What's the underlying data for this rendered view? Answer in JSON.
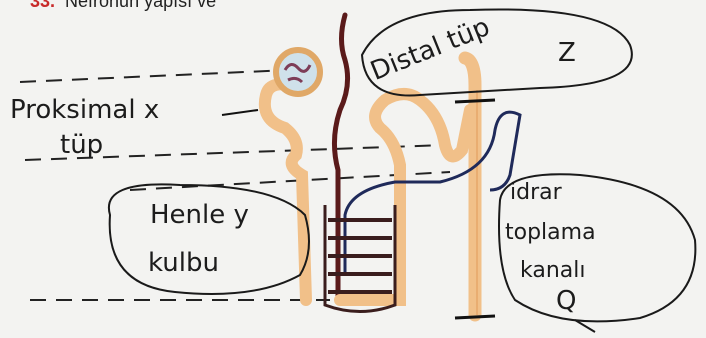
{
  "question": {
    "number": "33.",
    "text": "Nefronun yapısı ve"
  },
  "labels": {
    "proximal_line1": "Proksimal x",
    "proximal_line2": "tüp",
    "distal": "Distal tüp",
    "z": "Z",
    "henle_line1": "Henle y",
    "henle_line2": "kulbu",
    "collecting_line1": "idrar",
    "collecting_line2": "toplama",
    "collecting_line3": "kanalı",
    "q": "Q"
  },
  "colors": {
    "question_number": "#c82a2a",
    "tubule": "#f1c089",
    "vessel_dark": "#5a1a1a",
    "vessel_blue": "#1f2a5a",
    "glomerulus": "#cfe1ea"
  }
}
